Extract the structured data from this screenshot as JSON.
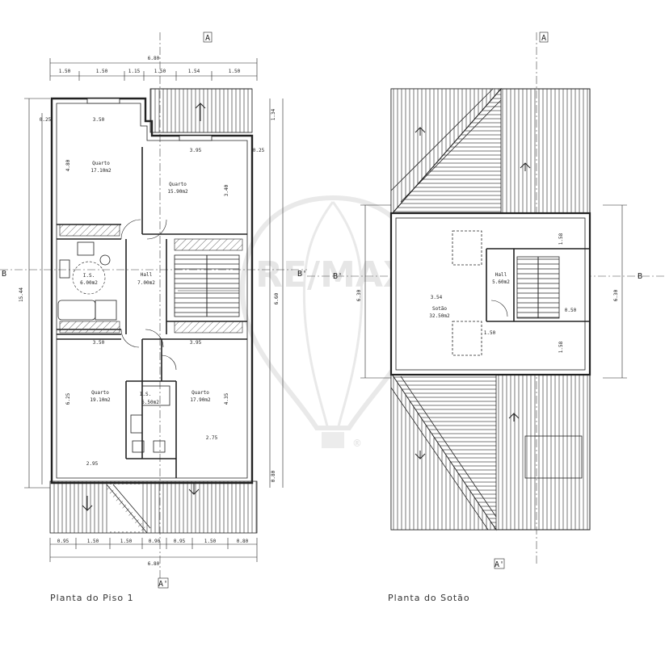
{
  "plan1": {
    "title": "Planta do Piso 1",
    "overall_width": "6.80",
    "overall_width_bottom": "6.80",
    "overall_height_left": "15.44",
    "height_right": "6.60",
    "rooms": {
      "quarto_nw": {
        "name": "Quarto",
        "area": "17.10m2"
      },
      "quarto_ne": {
        "name": "Quarto",
        "area": "15.90m2"
      },
      "hall": {
        "name": "Hall",
        "area": "7.00m2"
      },
      "wc_west": {
        "name": "I.S.",
        "area": "6.00m2"
      },
      "quarto_sw": {
        "name": "Quarto",
        "area": "19.10m2"
      },
      "quarto_se": {
        "name": "Quarto",
        "area": "17.90m2"
      },
      "wc_south": {
        "name": "I.S.",
        "area": "6.50m2"
      }
    },
    "top_dims": [
      "1.50",
      "1.50",
      "1.15",
      "1.50",
      "1.54",
      "1.50"
    ],
    "bottom_dims": [
      "0.95",
      "1.50",
      "1.50",
      "0.90",
      "0.95",
      "1.50",
      "0.80"
    ],
    "inner_dims": [
      "3.50",
      "3.95",
      "3.50",
      "3.95",
      "2.95",
      "2.75"
    ],
    "side_dims": [
      "4.80",
      "3.40",
      "6.25",
      "4.35",
      "1.34",
      "0.25",
      "0.25",
      "0.80"
    ]
  },
  "plan2": {
    "title": "Planta do Sotão",
    "height_left": "6.30",
    "height_right": "6.30",
    "rooms": {
      "sotao": {
        "name": "Sotão",
        "area": "32.50m2"
      },
      "hall": {
        "name": "Hall",
        "area": "5.60m2"
      }
    },
    "inner_dims": [
      "3.54",
      "1.50",
      "1.58",
      "1.58",
      "0.50"
    ]
  },
  "sections": {
    "a": "A",
    "a_prime": "A'",
    "b": "B",
    "b_prime": "B'"
  },
  "watermark": {
    "text": "RE/MAX",
    "mark": "®"
  }
}
